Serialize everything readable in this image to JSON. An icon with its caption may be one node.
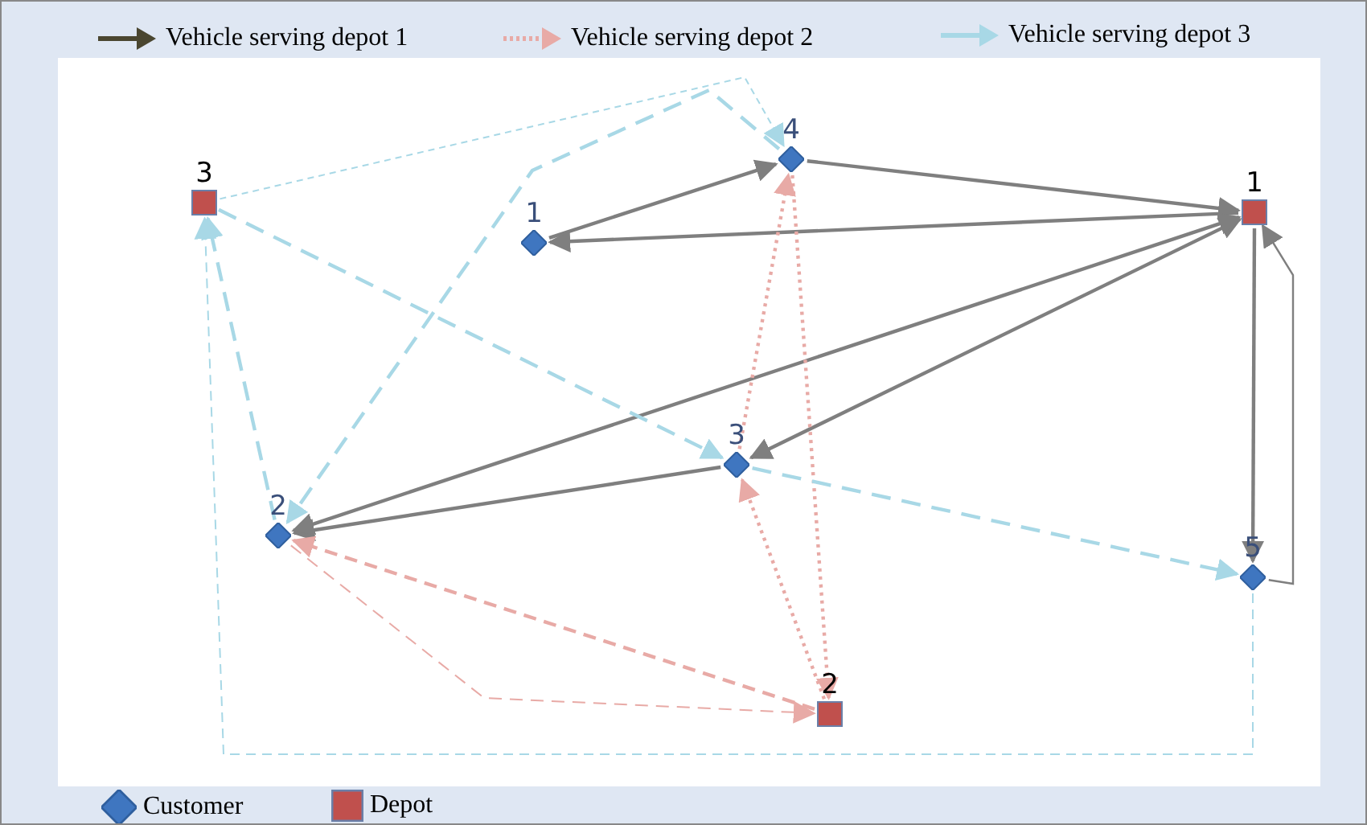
{
  "diagram": {
    "nodes": [
      {
        "text": [
          "4"
        ]
      },
      {
        "text": [
          "3"
        ]
      },
      {
        "text": [
          "1"
        ]
      },
      {
        "text": [
          "1"
        ]
      },
      {
        "text": [
          "3"
        ]
      },
      {
        "text": [
          "2"
        ]
      },
      {
        "text": [
          "5"
        ]
      },
      {
        "text": [
          "2"
        ]
      }
    ],
    "edges": [
      {
        "from": 2,
        "to": 3,
        "arrow": "to"
      },
      {
        "from": 3,
        "to": 0,
        "arrow": "to"
      },
      {
        "from": 0,
        "to": 2,
        "arrow": "to"
      },
      {
        "from": 2,
        "to": 4,
        "arrow": "both"
      },
      {
        "from": 4,
        "to": 5,
        "arrow": "to"
      },
      {
        "from": 2,
        "to": 5,
        "arrow": "both"
      },
      {
        "from": 2,
        "to": 6,
        "arrow": "to"
      },
      {
        "from": 6,
        "to": 2,
        "arrow": "to"
      },
      {
        "from": 0,
        "to": 7,
        "arrow": "to",
        "style": "dashed",
        "color": "#e8aaa6"
      },
      {
        "from": 7,
        "to": 4,
        "arrow": "to",
        "style": "dashed",
        "color": "#e8aaa6"
      },
      {
        "from": 4,
        "to": 0,
        "arrow": "to",
        "style": "dashed",
        "color": "#e8aaa6"
      },
      {
        "from": 7,
        "to": 5,
        "arrow": "to",
        "style": "dashed",
        "color": "#e8aaa6"
      },
      {
        "from": 5,
        "to": 7,
        "arrow": "to",
        "style": "dashed",
        "color": "#e8aaa6"
      },
      {
        "from": 1,
        "to": 0,
        "arrow": "to",
        "style": "dashed",
        "color": "#a8d8e6"
      },
      {
        "from": 0,
        "to": 5,
        "arrow": "to",
        "style": "dashed",
        "color": "#a8d8e6"
      },
      {
        "from": 5,
        "to": 1,
        "arrow": "to",
        "style": "dashed",
        "color": "#a8d8e6"
      },
      {
        "from": 1,
        "to": 4,
        "arrow": "to",
        "style": "dashed",
        "color": "#a8d8e6"
      },
      {
        "from": 4,
        "to": 6,
        "arrow": "to",
        "style": "dashed",
        "color": "#a8d8e6"
      },
      {
        "from": 6,
        "to": 1,
        "arrow": "to",
        "style": "dashed",
        "color": "#a8d8e6"
      }
    ],
    "legend": [
      {
        "text": "Vehicle serving depot 1"
      },
      {
        "text": "Vehicle serving depot 2"
      },
      {
        "text": "Vehicle serving depot 3"
      },
      {
        "text": "Customer"
      },
      {
        "text": "Depot"
      }
    ]
  }
}
